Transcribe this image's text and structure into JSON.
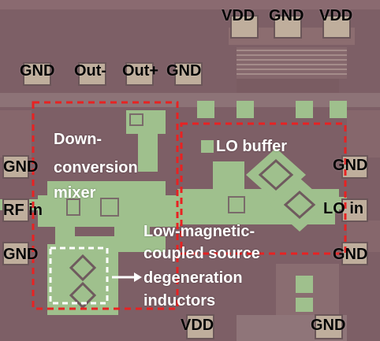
{
  "pads": {
    "top_vdd_left": "VDD",
    "top_gnd": "GND",
    "top_vdd_right": "VDD",
    "gnd_top_left": "GND",
    "out_minus": "Out-",
    "out_plus": "Out+",
    "gnd_top_mid": "GND",
    "left_gnd_upper": "GND",
    "rf_in": "RF in",
    "left_gnd_lower": "GND",
    "right_gnd_upper": "GND",
    "lo_in": "LO in",
    "right_gnd_lower": "GND",
    "bottom_vdd": "VDD",
    "bottom_gnd": "GND"
  },
  "annotations": {
    "mixer_line1": "Down-",
    "mixer_line2": "conversion",
    "mixer_line3": "mixer",
    "lo_buffer": "LO buffer",
    "inductor_line1": "Low-magnetic-",
    "inductor_line2": "coupled source",
    "inductor_line3": "degeneration",
    "inductor_line4": "inductors"
  },
  "colors": {
    "substrate": "#7d5f66",
    "metal": "#9fc08d",
    "highlight_box": "#e82222",
    "inductor_box": "#ffffff",
    "pad_label": "#050505"
  }
}
